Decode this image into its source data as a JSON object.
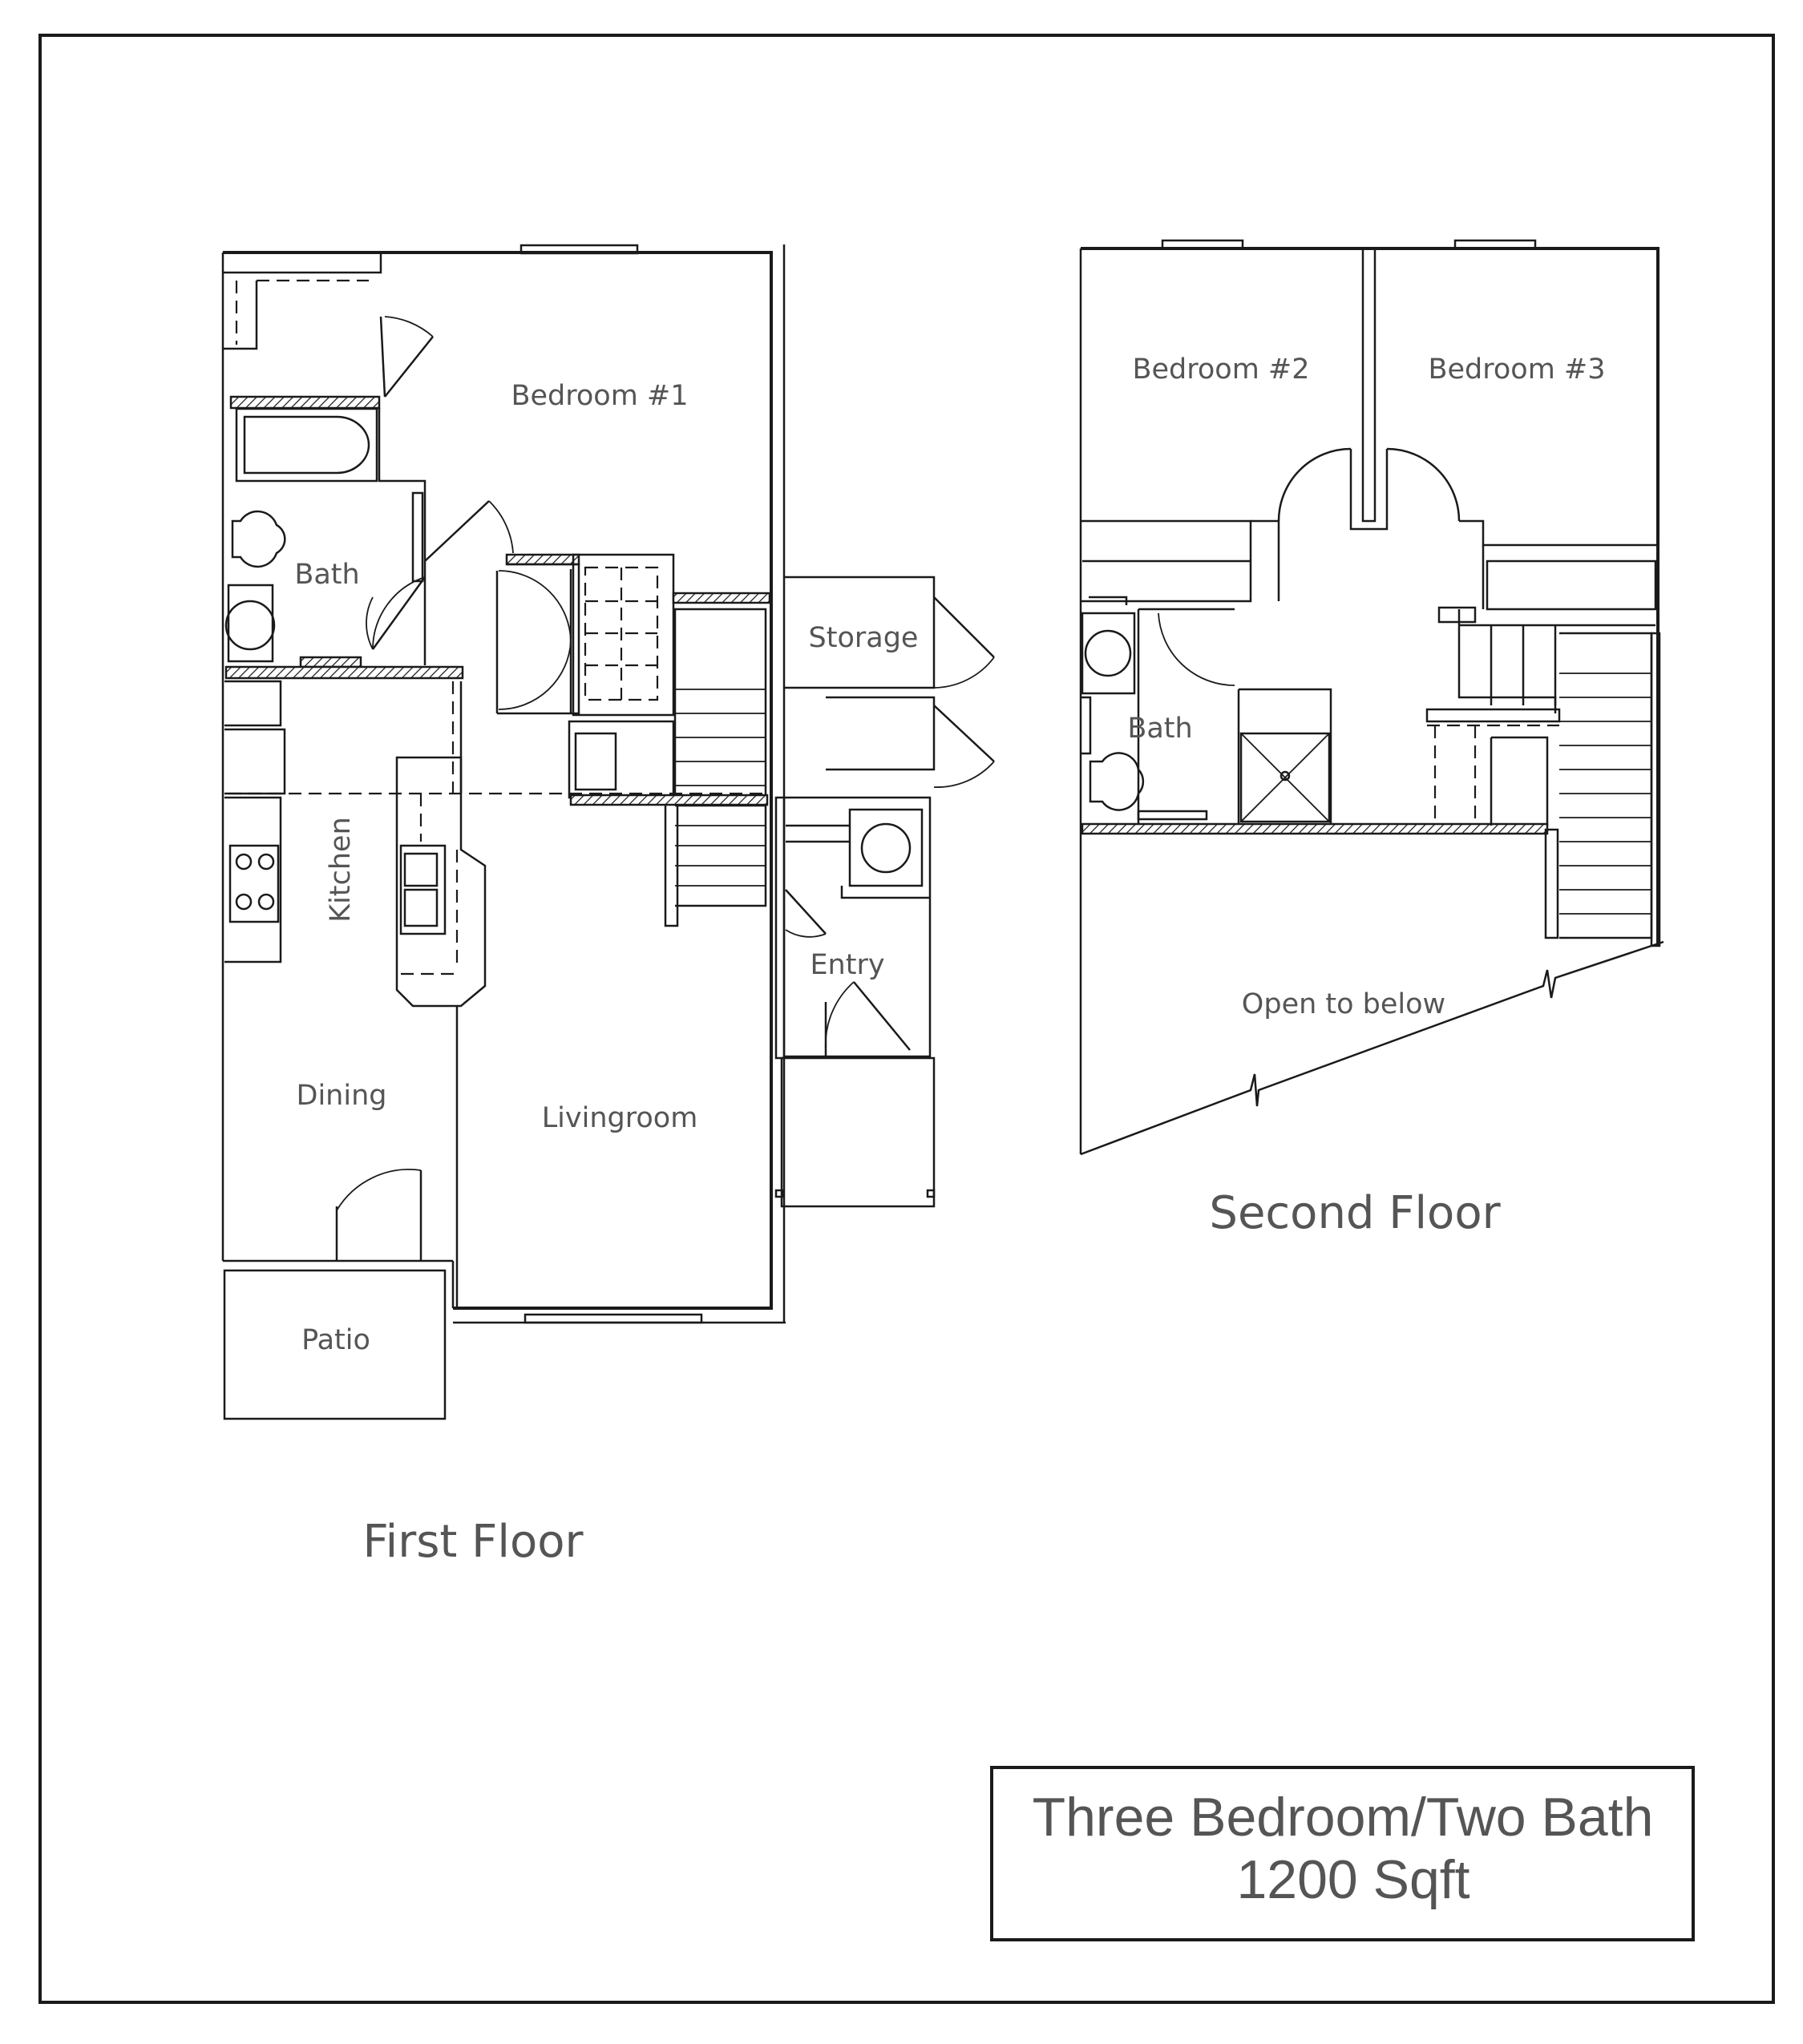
{
  "first_floor": {
    "title": "First Floor",
    "rooms": {
      "bedroom1": "Bedroom #1",
      "bath": "Bath",
      "kitchen": "Kitchen",
      "dining": "Dining",
      "livingroom": "Livingroom",
      "storage": "Storage",
      "entry": "Entry",
      "patio": "Patio"
    }
  },
  "second_floor": {
    "title": "Second Floor",
    "rooms": {
      "bedroom2": "Bedroom #2",
      "bedroom3": "Bedroom #3",
      "bath": "Bath",
      "open_to_below": "Open to below"
    }
  },
  "summary": {
    "line1": "Three Bedroom/Two Bath",
    "line2": "1200 Sqft"
  }
}
